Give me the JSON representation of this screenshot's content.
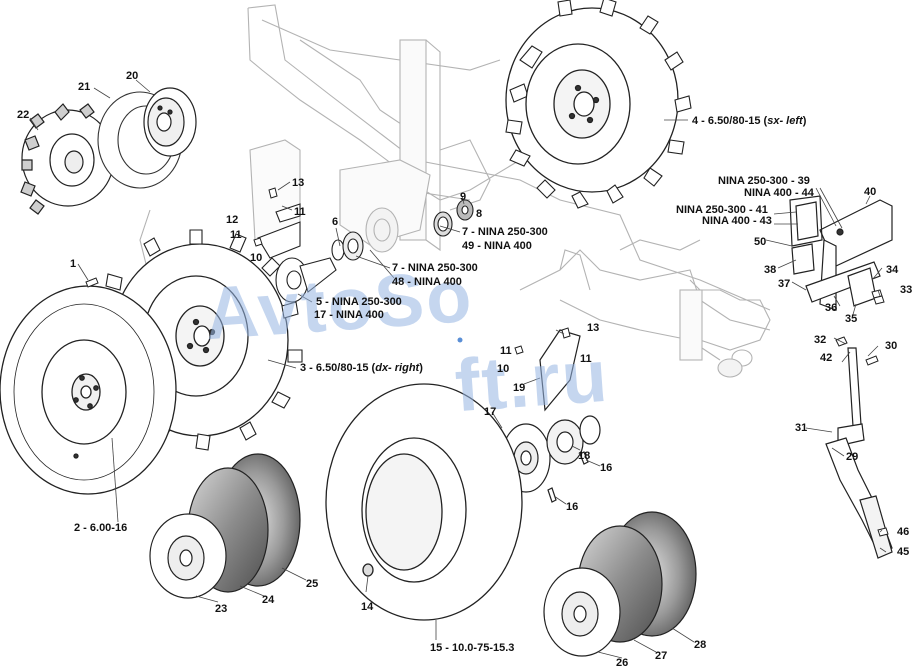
{
  "watermark": {
    "text_1": "AvtoSo",
    "text_2": "ft.ru"
  },
  "labels": {
    "n1": "1",
    "n2": "2 - 6.00-16",
    "n3_pre": "3 - 6.50/80-15 (",
    "n3_it": "dx- right",
    "n3_post": ")",
    "n4_pre": "4 - 6.50/80-15 (",
    "n4_it": "sx- left",
    "n4_post": ")",
    "n5": "5 - NINA 250-300",
    "n6": "6",
    "n7a": "7 - NINA 250-300",
    "n7b": "7 - NINA 250-300",
    "n8": "8",
    "n9": "9",
    "n10a": "10",
    "n10b": "10",
    "n11a": "11",
    "n11b": "11",
    "n11c": "11",
    "n11d": "11",
    "n12": "12",
    "n13a": "13",
    "n13b": "13",
    "n14": "14",
    "n15": "15 - 10.0-75-15.3",
    "n16a": "16",
    "n16b": "16",
    "n17a": "17 - NINA 400",
    "n17b": "17",
    "n18": "18",
    "n19": "19",
    "n20": "20",
    "n21": "21",
    "n22": "22",
    "n23": "23",
    "n24": "24",
    "n25": "25",
    "n26": "26",
    "n27": "27",
    "n28": "28",
    "n29": "29",
    "n30": "30",
    "n31": "31",
    "n32": "32",
    "n33": "33",
    "n34": "34",
    "n35": "35",
    "n36": "36",
    "n37": "37",
    "n38": "38",
    "n39": "NINA 250-300 - 39",
    "n40": "40",
    "n41": "NINA 250-300 - 41",
    "n42": "42",
    "n43": "NINA 400 - 43",
    "n44": "NINA 400 - 44",
    "n45": "45",
    "n46": "46",
    "n48": "48 - NINA 400",
    "n49": "49 - NINA 400",
    "n50": "50"
  }
}
